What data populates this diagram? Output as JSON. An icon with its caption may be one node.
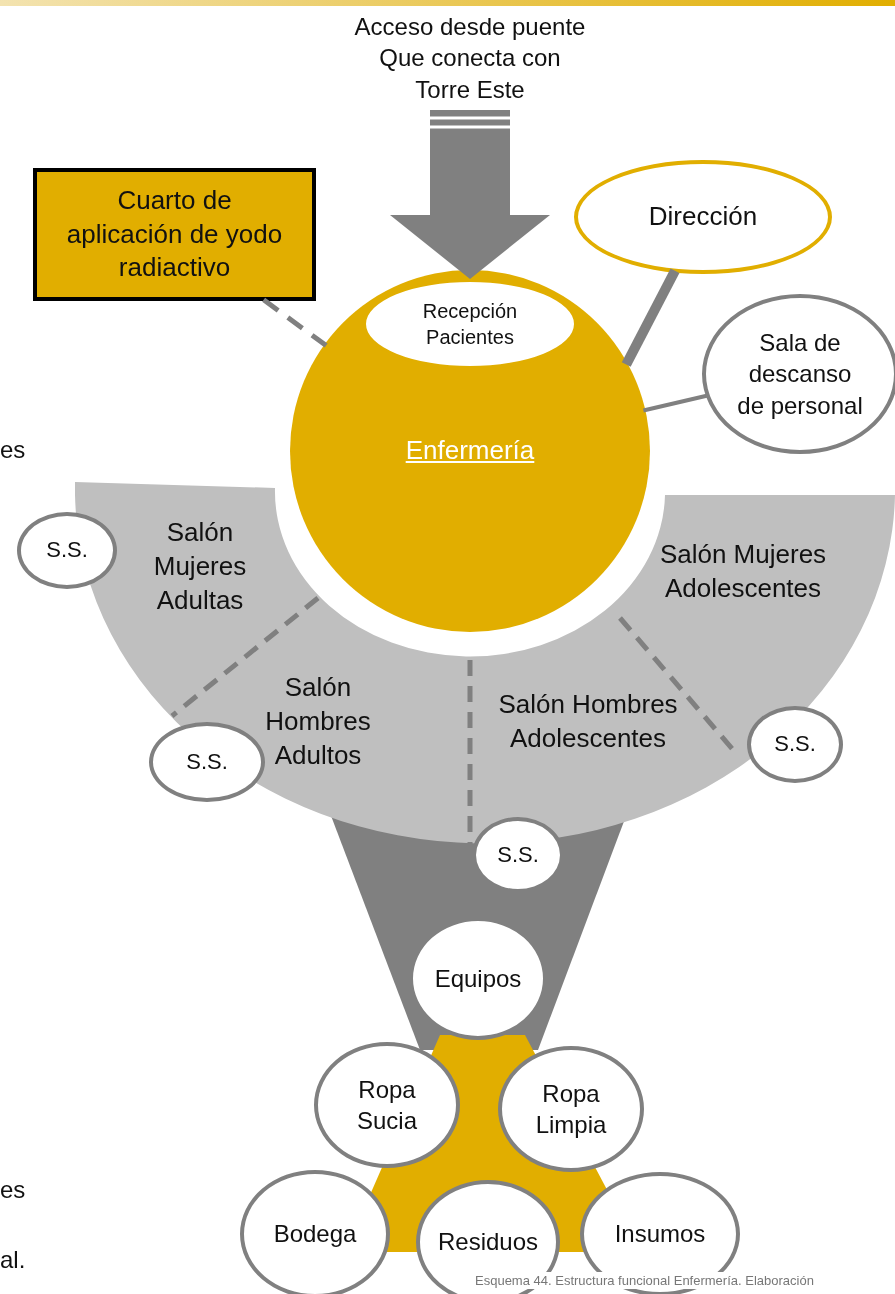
{
  "diagram": {
    "caption": "Esquema 44. Estructura funcional Enfermería. Elaboración",
    "nodes": [
      {
        "text": [
          "Acceso desde puente Que conecta con Torre Este"
        ]
      },
      {
        "text": [
          "Cuarto de aplicación de yodo radiactivo"
        ]
      },
      {
        "text": [
          "Dirección"
        ]
      },
      {
        "text": [
          "Recepción Pacientes"
        ],
        "in": 5
      },
      {
        "text": [
          "Sala de descanso de personal"
        ]
      },
      {
        "text": [
          "Enfermería"
        ]
      },
      {
        "text": [],
        "shape": "band"
      },
      {
        "text": [
          "S.S."
        ]
      },
      {
        "text": [
          "Salón Mujeres Adultas"
        ],
        "in": 6
      },
      {
        "text": [
          "Salón Mujeres Adolescentes"
        ],
        "in": 6
      },
      {
        "text": [
          "Salón Hombres Adultos"
        ],
        "in": 6
      },
      {
        "text": [
          "Salón Hombres Adolescentes"
        ],
        "in": 6
      },
      {
        "text": [
          "S.S."
        ]
      },
      {
        "text": [
          "S.S."
        ]
      },
      {
        "text": [
          "S.S."
        ]
      },
      {
        "text": [
          "Equipos"
        ]
      },
      {
        "text": [
          "Ropa Sucia"
        ]
      },
      {
        "text": [
          "Ropa Limpia"
        ]
      },
      {
        "text": [
          "Bodega"
        ]
      },
      {
        "text": [
          "Residuos"
        ]
      },
      {
        "text": [
          "Insumos"
        ]
      }
    ],
    "edges": [
      {
        "from": 0,
        "to": 3,
        "arrow": "to",
        "style": "thick"
      },
      {
        "from": 1,
        "to": 5,
        "arrow": "none",
        "style": "dashed"
      },
      {
        "from": 2,
        "to": 5,
        "arrow": "none",
        "style": "thick"
      },
      {
        "from": 4,
        "to": 5,
        "arrow": "none"
      }
    ],
    "labels": [
      "es",
      "es",
      "al."
    ]
  }
}
